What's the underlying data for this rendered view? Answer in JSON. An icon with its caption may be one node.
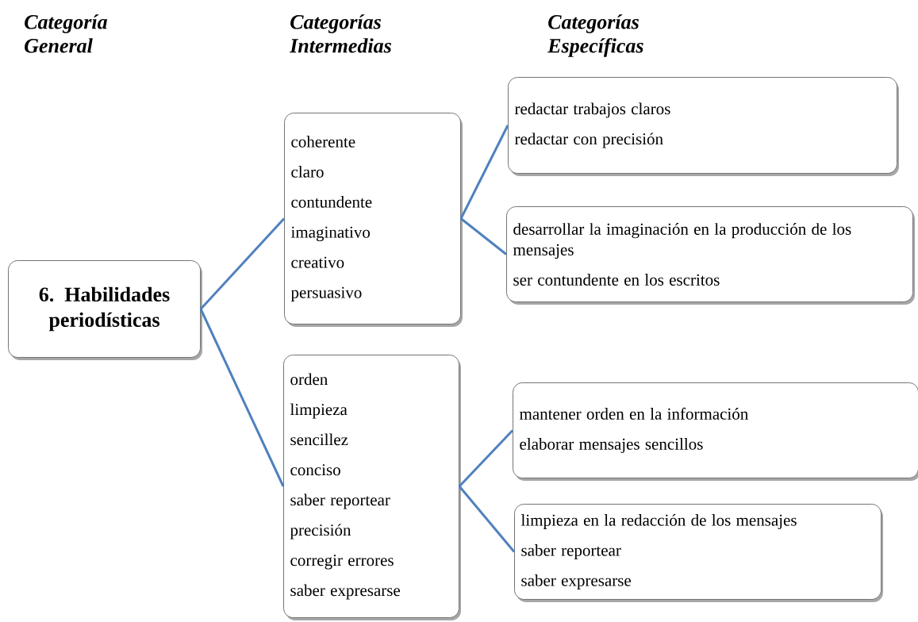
{
  "diagram": {
    "nodes": [
      {
        "text": [
          "6. Habilidades periodísticas"
        ]
      },
      {
        "text": [
          "coherente",
          "claro",
          "contundente",
          "imaginativo",
          "creativo",
          "persuasivo"
        ]
      },
      {
        "text": [
          "orden",
          "limpieza",
          "sencillez",
          "conciso",
          "saber reportear",
          "precisión",
          "corregir errores",
          "saber expresarse"
        ]
      },
      {
        "text": [
          "redactar trabajos claros",
          "redactar con precisión"
        ]
      },
      {
        "text": [
          "desarrollar la imaginación en la producción de los mensajes",
          "ser contundente en los escritos"
        ]
      },
      {
        "text": [
          "mantener orden en la información",
          "elaborar mensajes sencillos"
        ]
      },
      {
        "text": [
          "limpieza en la redacción de los mensajes",
          "saber reportear",
          "saber expresarse"
        ]
      }
    ],
    "edges": [
      {
        "from": 0,
        "to": 1,
        "arrow": "none"
      },
      {
        "from": 0,
        "to": 2,
        "arrow": "none"
      },
      {
        "from": 1,
        "to": 3,
        "arrow": "none"
      },
      {
        "from": 1,
        "to": 4,
        "arrow": "none"
      },
      {
        "from": 2,
        "to": 5,
        "arrow": "none"
      },
      {
        "from": 2,
        "to": 6,
        "arrow": "none"
      }
    ],
    "labels": [
      "Categoría General",
      "Categorías Intermedias",
      "Categorías Específicas"
    ]
  }
}
